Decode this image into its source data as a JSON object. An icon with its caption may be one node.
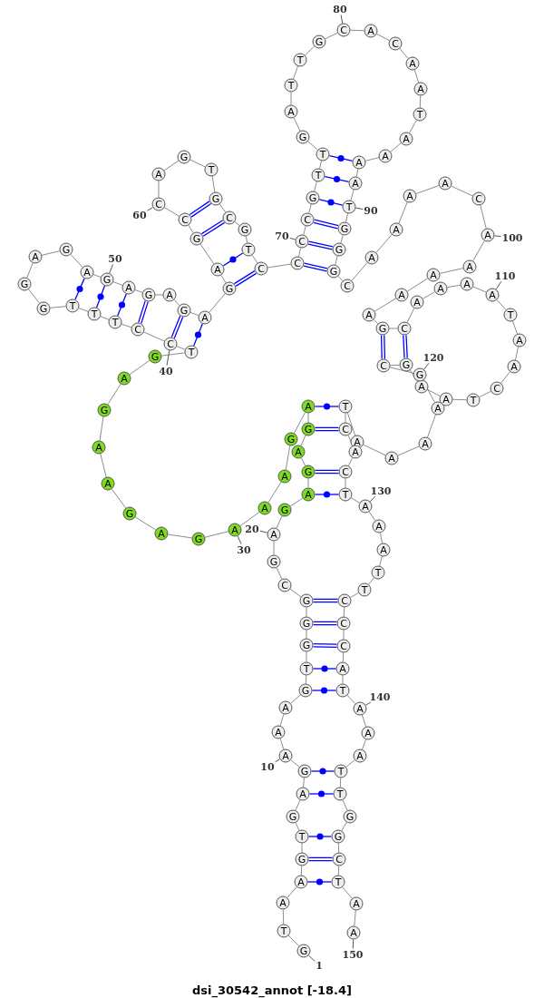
{
  "diagram": {
    "title": "dsi_30542_annot [-18.4]",
    "nodes": [
      {
        "text": [
          "G"
        ]
      },
      {
        "text": [
          "T"
        ]
      },
      {
        "text": [
          "A"
        ]
      },
      {
        "text": [
          "A"
        ]
      },
      {
        "text": [
          "G"
        ]
      },
      {
        "text": [
          "T"
        ]
      },
      {
        "text": [
          "G"
        ]
      },
      {
        "text": [
          "A"
        ]
      },
      {
        "text": [
          "G"
        ]
      },
      {
        "text": [
          "A"
        ]
      },
      {
        "text": [
          "A"
        ]
      },
      {
        "text": [
          "A"
        ]
      },
      {
        "text": [
          "G"
        ]
      },
      {
        "text": [
          "T"
        ]
      },
      {
        "text": [
          "G"
        ]
      },
      {
        "text": [
          "G"
        ]
      },
      {
        "text": [
          "G"
        ]
      },
      {
        "text": [
          "C"
        ]
      },
      {
        "text": [
          "G"
        ]
      },
      {
        "text": [
          "A"
        ]
      },
      {
        "text": [
          "G"
        ]
      },
      {
        "text": [
          "A"
        ]
      },
      {
        "text": [
          "G"
        ]
      },
      {
        "text": [
          "A"
        ]
      },
      {
        "text": [
          "G"
        ]
      },
      {
        "text": [
          "A"
        ]
      },
      {
        "text": [
          "G"
        ]
      },
      {
        "text": [
          "A"
        ]
      },
      {
        "text": [
          "A"
        ]
      },
      {
        "text": [
          "A"
        ]
      },
      {
        "text": [
          "G"
        ]
      },
      {
        "text": [
          "A"
        ]
      },
      {
        "text": [
          "G"
        ]
      },
      {
        "text": [
          "A"
        ]
      },
      {
        "text": [
          "A"
        ]
      },
      {
        "text": [
          "G"
        ]
      },
      {
        "text": [
          "A"
        ]
      },
      {
        "text": [
          "G"
        ]
      },
      {
        "text": [
          "T"
        ]
      },
      {
        "text": [
          "C"
        ]
      },
      {
        "text": [
          "C"
        ]
      },
      {
        "text": [
          "T"
        ]
      },
      {
        "text": [
          "T"
        ]
      },
      {
        "text": [
          "T"
        ]
      },
      {
        "text": [
          "G"
        ]
      },
      {
        "text": [
          "G"
        ]
      },
      {
        "text": [
          "A"
        ]
      },
      {
        "text": [
          "G"
        ]
      },
      {
        "text": [
          "A"
        ]
      },
      {
        "text": [
          "G"
        ]
      },
      {
        "text": [
          "A"
        ]
      },
      {
        "text": [
          "G"
        ]
      },
      {
        "text": [
          "A"
        ]
      },
      {
        "text": [
          "G"
        ]
      },
      {
        "text": [
          "A"
        ]
      },
      {
        "text": [
          "G"
        ]
      },
      {
        "text": [
          "A"
        ]
      },
      {
        "text": [
          "G"
        ]
      },
      {
        "text": [
          "C"
        ]
      },
      {
        "text": [
          "C"
        ]
      },
      {
        "text": [
          "A"
        ]
      },
      {
        "text": [
          "G"
        ]
      },
      {
        "text": [
          "T"
        ]
      },
      {
        "text": [
          "G"
        ]
      },
      {
        "text": [
          "C"
        ]
      },
      {
        "text": [
          "G"
        ]
      },
      {
        "text": [
          "T"
        ]
      },
      {
        "text": [
          "C"
        ]
      },
      {
        "text": [
          "C"
        ]
      },
      {
        "text": [
          "C"
        ]
      },
      {
        "text": [
          "C"
        ]
      },
      {
        "text": [
          "G"
        ]
      },
      {
        "text": [
          "T"
        ]
      },
      {
        "text": [
          "T"
        ]
      },
      {
        "text": [
          "G"
        ]
      },
      {
        "text": [
          "A"
        ]
      },
      {
        "text": [
          "T"
        ]
      },
      {
        "text": [
          "T"
        ]
      },
      {
        "text": [
          "G"
        ]
      },
      {
        "text": [
          "C"
        ]
      },
      {
        "text": [
          "A"
        ]
      },
      {
        "text": [
          "C"
        ]
      },
      {
        "text": [
          "A"
        ]
      },
      {
        "text": [
          "A"
        ]
      },
      {
        "text": [
          "T"
        ]
      },
      {
        "text": [
          "A"
        ]
      },
      {
        "text": [
          "A"
        ]
      },
      {
        "text": [
          "A"
        ]
      },
      {
        "text": [
          "A"
        ]
      },
      {
        "text": [
          "T"
        ]
      },
      {
        "text": [
          "G"
        ]
      },
      {
        "text": [
          "G"
        ]
      },
      {
        "text": [
          "G"
        ]
      },
      {
        "text": [
          "C"
        ]
      },
      {
        "text": [
          "A"
        ]
      },
      {
        "text": [
          "A"
        ]
      },
      {
        "text": [
          "A"
        ]
      },
      {
        "text": [
          "A"
        ]
      },
      {
        "text": [
          "C"
        ]
      },
      {
        "text": [
          "A"
        ]
      },
      {
        "text": [
          "A"
        ]
      },
      {
        "text": [
          "A"
        ]
      },
      {
        "text": [
          "A"
        ]
      },
      {
        "text": [
          "A"
        ]
      },
      {
        "text": [
          "G"
        ]
      },
      {
        "text": [
          "C"
        ]
      },
      {
        "text": [
          "A"
        ]
      },
      {
        "text": [
          "A"
        ]
      },
      {
        "text": [
          "A"
        ]
      },
      {
        "text": [
          "A"
        ]
      },
      {
        "text": [
          "T"
        ]
      },
      {
        "text": [
          "A"
        ]
      },
      {
        "text": [
          "A"
        ]
      },
      {
        "text": [
          "C"
        ]
      },
      {
        "text": [
          "T"
        ]
      },
      {
        "text": [
          "A"
        ]
      },
      {
        "text": [
          "A"
        ]
      },
      {
        "text": [
          "G"
        ]
      },
      {
        "text": [
          "C"
        ]
      },
      {
        "text": [
          "G"
        ]
      },
      {
        "text": [
          "A"
        ]
      },
      {
        "text": [
          "A"
        ]
      },
      {
        "text": [
          "A"
        ]
      },
      {
        "text": [
          "A"
        ]
      },
      {
        "text": [
          "T"
        ]
      },
      {
        "text": [
          "C"
        ]
      },
      {
        "text": [
          "A"
        ]
      },
      {
        "text": [
          "C"
        ]
      },
      {
        "text": [
          "T"
        ]
      },
      {
        "text": [
          "A"
        ]
      },
      {
        "text": [
          "A"
        ]
      },
      {
        "text": [
          "A"
        ]
      },
      {
        "text": [
          "T"
        ]
      },
      {
        "text": [
          "T"
        ]
      },
      {
        "text": [
          "C"
        ]
      },
      {
        "text": [
          "C"
        ]
      },
      {
        "text": [
          "C"
        ]
      },
      {
        "text": [
          "A"
        ]
      },
      {
        "text": [
          "T"
        ]
      },
      {
        "text": [
          "A"
        ]
      },
      {
        "text": [
          "A"
        ]
      },
      {
        "text": [
          "A"
        ]
      },
      {
        "text": [
          "T"
        ]
      },
      {
        "text": [
          "T"
        ]
      },
      {
        "text": [
          "G"
        ]
      },
      {
        "text": [
          "G"
        ]
      },
      {
        "text": [
          "C"
        ]
      },
      {
        "text": [
          "T"
        ]
      },
      {
        "text": [
          "A"
        ]
      },
      {
        "text": [
          "A"
        ]
      },
      {
        "text": [
          "1"
        ]
      },
      {
        "text": [
          "10"
        ]
      },
      {
        "text": [
          "20"
        ]
      },
      {
        "text": [
          "30"
        ]
      },
      {
        "text": [
          "40"
        ]
      },
      {
        "text": [
          "50"
        ]
      },
      {
        "text": [
          "60"
        ]
      },
      {
        "text": [
          "70"
        ]
      },
      {
        "text": [
          "80"
        ]
      },
      {
        "text": [
          "90"
        ]
      },
      {
        "text": [
          "100"
        ]
      },
      {
        "text": [
          "110"
        ]
      },
      {
        "text": [
          "120"
        ]
      },
      {
        "text": [
          "130"
        ]
      },
      {
        "text": [
          "140"
        ]
      },
      {
        "text": [
          "150"
        ]
      }
    ],
    "edges": [
      {
        "from": 0,
        "to": 1,
        "arrow": "none"
      },
      {
        "from": 1,
        "to": 2,
        "arrow": "none"
      },
      {
        "from": 2,
        "to": 3,
        "arrow": "none"
      },
      {
        "from": 3,
        "to": 4,
        "arrow": "none"
      },
      {
        "from": 4,
        "to": 5,
        "arrow": "none"
      },
      {
        "from": 5,
        "to": 6,
        "arrow": "none"
      },
      {
        "from": 6,
        "to": 7,
        "arrow": "none"
      },
      {
        "from": 7,
        "to": 8,
        "arrow": "none"
      },
      {
        "from": 8,
        "to": 9,
        "arrow": "none"
      },
      {
        "from": 9,
        "to": 10,
        "arrow": "none"
      },
      {
        "from": 10,
        "to": 11,
        "arrow": "none"
      },
      {
        "from": 11,
        "to": 12,
        "arrow": "none"
      },
      {
        "from": 12,
        "to": 13,
        "arrow": "none"
      },
      {
        "from": 13,
        "to": 14,
        "arrow": "none"
      },
      {
        "from": 14,
        "to": 15,
        "arrow": "none"
      },
      {
        "from": 15,
        "to": 16,
        "arrow": "none"
      },
      {
        "from": 16,
        "to": 17,
        "arrow": "none"
      },
      {
        "from": 17,
        "to": 18,
        "arrow": "none"
      },
      {
        "from": 18,
        "to": 19,
        "arrow": "none"
      },
      {
        "from": 19,
        "to": 20,
        "arrow": "none"
      },
      {
        "from": 20,
        "to": 21,
        "arrow": "none"
      },
      {
        "from": 21,
        "to": 22,
        "arrow": "none"
      },
      {
        "from": 22,
        "to": 23,
        "arrow": "none"
      },
      {
        "from": 23,
        "to": 24,
        "arrow": "none"
      },
      {
        "from": 24,
        "to": 25,
        "arrow": "none"
      },
      {
        "from": 25,
        "to": 26,
        "arrow": "none"
      },
      {
        "from": 26,
        "to": 27,
        "arrow": "none"
      },
      {
        "from": 27,
        "to": 28,
        "arrow": "none"
      },
      {
        "from": 28,
        "to": 29,
        "arrow": "none"
      },
      {
        "from": 29,
        "to": 30,
        "arrow": "none"
      },
      {
        "from": 30,
        "to": 31,
        "arrow": "none"
      },
      {
        "from": 31,
        "to": 32,
        "arrow": "none"
      },
      {
        "from": 32,
        "to": 33,
        "arrow": "none"
      },
      {
        "from": 33,
        "to": 34,
        "arrow": "none"
      },
      {
        "from": 34,
        "to": 35,
        "arrow": "none"
      },
      {
        "from": 35,
        "to": 36,
        "arrow": "none"
      },
      {
        "from": 36,
        "to": 37,
        "arrow": "none"
      },
      {
        "from": 37,
        "to": 38,
        "arrow": "none"
      },
      {
        "from": 38,
        "to": 39,
        "arrow": "none"
      },
      {
        "from": 39,
        "to": 40,
        "arrow": "none"
      },
      {
        "from": 40,
        "to": 41,
        "arrow": "none"
      },
      {
        "from": 41,
        "to": 42,
        "arrow": "none"
      },
      {
        "from": 42,
        "to": 43,
        "arrow": "none"
      },
      {
        "from": 43,
        "to": 44,
        "arrow": "none"
      },
      {
        "from": 44,
        "to": 45,
        "arrow": "none"
      },
      {
        "from": 45,
        "to": 46,
        "arrow": "none"
      },
      {
        "from": 46,
        "to": 47,
        "arrow": "none"
      },
      {
        "from": 47,
        "to": 48,
        "arrow": "none"
      },
      {
        "from": 48,
        "to": 49,
        "arrow": "none"
      },
      {
        "from": 49,
        "to": 50,
        "arrow": "none"
      },
      {
        "from": 50,
        "to": 51,
        "arrow": "none"
      },
      {
        "from": 51,
        "to": 52,
        "arrow": "none"
      },
      {
        "from": 52,
        "to": 53,
        "arrow": "none"
      },
      {
        "from": 53,
        "to": 54,
        "arrow": "none"
      },
      {
        "from": 54,
        "to": 55,
        "arrow": "none"
      },
      {
        "from": 55,
        "to": 56,
        "arrow": "none"
      },
      {
        "from": 56,
        "to": 57,
        "arrow": "none"
      },
      {
        "from": 57,
        "to": 58,
        "arrow": "none"
      },
      {
        "from": 58,
        "to": 59,
        "arrow": "none"
      },
      {
        "from": 59,
        "to": 60,
        "arrow": "none"
      },
      {
        "from": 60,
        "to": 61,
        "arrow": "none"
      },
      {
        "from": 61,
        "to": 62,
        "arrow": "none"
      },
      {
        "from": 62,
        "to": 63,
        "arrow": "none"
      },
      {
        "from": 63,
        "to": 64,
        "arrow": "none"
      },
      {
        "from": 64,
        "to": 65,
        "arrow": "none"
      },
      {
        "from": 65,
        "to": 66,
        "arrow": "none"
      },
      {
        "from": 66,
        "to": 67,
        "arrow": "none"
      },
      {
        "from": 67,
        "to": 68,
        "arrow": "none"
      },
      {
        "from": 68,
        "to": 69,
        "arrow": "none"
      },
      {
        "from": 69,
        "to": 70,
        "arrow": "none"
      },
      {
        "from": 70,
        "to": 71,
        "arrow": "none"
      },
      {
        "from": 71,
        "to": 72,
        "arrow": "none"
      },
      {
        "from": 72,
        "to": 73,
        "arrow": "none"
      },
      {
        "from": 73,
        "to": 74,
        "arrow": "none"
      },
      {
        "from": 74,
        "to": 75,
        "arrow": "none"
      },
      {
        "from": 75,
        "to": 76,
        "arrow": "none"
      },
      {
        "from": 76,
        "to": 77,
        "arrow": "none"
      },
      {
        "from": 77,
        "to": 78,
        "arrow": "none"
      },
      {
        "from": 78,
        "to": 79,
        "arrow": "none"
      },
      {
        "from": 79,
        "to": 80,
        "arrow": "none"
      },
      {
        "from": 80,
        "to": 81,
        "arrow": "none"
      },
      {
        "from": 81,
        "to": 82,
        "arrow": "none"
      },
      {
        "from": 82,
        "to": 83,
        "arrow": "none"
      },
      {
        "from": 83,
        "to": 84,
        "arrow": "none"
      },
      {
        "from": 84,
        "to": 85,
        "arrow": "none"
      },
      {
        "from": 85,
        "to": 86,
        "arrow": "none"
      },
      {
        "from": 86,
        "to": 87,
        "arrow": "none"
      },
      {
        "from": 87,
        "to": 88,
        "arrow": "none"
      },
      {
        "from": 88,
        "to": 89,
        "arrow": "none"
      },
      {
        "from": 89,
        "to": 90,
        "arrow": "none"
      },
      {
        "from": 90,
        "to": 91,
        "arrow": "none"
      },
      {
        "from": 91,
        "to": 92,
        "arrow": "none"
      },
      {
        "from": 92,
        "to": 93,
        "arrow": "none"
      },
      {
        "from": 93,
        "to": 94,
        "arrow": "none"
      },
      {
        "from": 94,
        "to": 95,
        "arrow": "none"
      },
      {
        "from": 95,
        "to": 96,
        "arrow": "none"
      },
      {
        "from": 96,
        "to": 97,
        "arrow": "none"
      },
      {
        "from": 97,
        "to": 98,
        "arrow": "none"
      },
      {
        "from": 98,
        "to": 99,
        "arrow": "none"
      },
      {
        "from": 99,
        "to": 100,
        "arrow": "none"
      },
      {
        "from": 100,
        "to": 101,
        "arrow": "none"
      },
      {
        "from": 101,
        "to": 102,
        "arrow": "none"
      },
      {
        "from": 102,
        "to": 103,
        "arrow": "none"
      },
      {
        "from": 103,
        "to": 104,
        "arrow": "none"
      },
      {
        "from": 104,
        "to": 105,
        "arrow": "none"
      },
      {
        "from": 105,
        "to": 106,
        "arrow": "none"
      },
      {
        "from": 106,
        "to": 107,
        "arrow": "none"
      },
      {
        "from": 107,
        "to": 108,
        "arrow": "none"
      },
      {
        "from": 108,
        "to": 109,
        "arrow": "none"
      },
      {
        "from": 109,
        "to": 110,
        "arrow": "none"
      },
      {
        "from": 110,
        "to": 111,
        "arrow": "none"
      },
      {
        "from": 111,
        "to": 112,
        "arrow": "none"
      },
      {
        "from": 112,
        "to": 113,
        "arrow": "none"
      },
      {
        "from": 113,
        "to": 114,
        "arrow": "none"
      },
      {
        "from": 114,
        "to": 115,
        "arrow": "none"
      },
      {
        "from": 115,
        "to": 116,
        "arrow": "none"
      },
      {
        "from": 116,
        "to": 117,
        "arrow": "none"
      },
      {
        "from": 117,
        "to": 118,
        "arrow": "none"
      },
      {
        "from": 118,
        "to": 119,
        "arrow": "none"
      },
      {
        "from": 119,
        "to": 120,
        "arrow": "none"
      },
      {
        "from": 120,
        "to": 121,
        "arrow": "none"
      },
      {
        "from": 121,
        "to": 122,
        "arrow": "none"
      },
      {
        "from": 122,
        "to": 123,
        "arrow": "none"
      },
      {
        "from": 123,
        "to": 124,
        "arrow": "none"
      },
      {
        "from": 124,
        "to": 125,
        "arrow": "none"
      },
      {
        "from": 125,
        "to": 126,
        "arrow": "none"
      },
      {
        "from": 126,
        "to": 127,
        "arrow": "none"
      },
      {
        "from": 127,
        "to": 128,
        "arrow": "none"
      },
      {
        "from": 128,
        "to": 129,
        "arrow": "none"
      },
      {
        "from": 129,
        "to": 130,
        "arrow": "none"
      },
      {
        "from": 130,
        "to": 131,
        "arrow": "none"
      },
      {
        "from": 131,
        "to": 132,
        "arrow": "none"
      },
      {
        "from": 132,
        "to": 133,
        "arrow": "none"
      },
      {
        "from": 133,
        "to": 134,
        "arrow": "none"
      },
      {
        "from": 134,
        "to": 135,
        "arrow": "none"
      },
      {
        "from": 135,
        "to": 136,
        "arrow": "none"
      },
      {
        "from": 136,
        "to": 137,
        "arrow": "none"
      },
      {
        "from": 137,
        "to": 138,
        "arrow": "none"
      },
      {
        "from": 138,
        "to": 139,
        "arrow": "none"
      },
      {
        "from": 139,
        "to": 140,
        "arrow": "none"
      },
      {
        "from": 140,
        "to": 141,
        "arrow": "none"
      },
      {
        "from": 141,
        "to": 142,
        "arrow": "none"
      },
      {
        "from": 142,
        "to": 143,
        "arrow": "none"
      },
      {
        "from": 143,
        "to": 144,
        "arrow": "none"
      },
      {
        "from": 144,
        "to": 145,
        "arrow": "none"
      },
      {
        "from": 145,
        "to": 146,
        "arrow": "none"
      },
      {
        "from": 146,
        "to": 147,
        "arrow": "none"
      },
      {
        "from": 147,
        "to": 148,
        "arrow": "none"
      },
      {
        "from": 148,
        "to": 149,
        "arrow": "none"
      },
      {
        "from": 3,
        "to": 147,
        "arrow": "none",
        "color": "#0000ff"
      },
      {
        "from": 4,
        "to": 146,
        "arrow": "none",
        "color": "#0000ff"
      },
      {
        "from": 5,
        "to": 145,
        "arrow": "none",
        "color": "#0000ff"
      },
      {
        "from": 7,
        "to": 143,
        "arrow": "none",
        "color": "#0000ff"
      },
      {
        "from": 8,
        "to": 142,
        "arrow": "none",
        "color": "#0000ff"
      },
      {
        "from": 12,
        "to": 138,
        "arrow": "none",
        "color": "#0000ff"
      },
      {
        "from": 13,
        "to": 137,
        "arrow": "none",
        "color": "#0000ff"
      },
      {
        "from": 14,
        "to": 136,
        "arrow": "none",
        "color": "#0000ff"
      },
      {
        "from": 15,
        "to": 135,
        "arrow": "none",
        "color": "#0000ff"
      },
      {
        "from": 16,
        "to": 134,
        "arrow": "none",
        "color": "#0000ff"
      },
      {
        "from": 21,
        "to": 128,
        "arrow": "none",
        "color": "#0000ff"
      },
      {
        "from": 22,
        "to": 127,
        "arrow": "none",
        "color": "#0000ff"
      },
      {
        "from": 24,
        "to": 125,
        "arrow": "none",
        "color": "#0000ff"
      },
      {
        "from": 25,
        "to": 124,
        "arrow": "none",
        "color": "#0000ff"
      },
      {
        "from": 38,
        "to": 54,
        "arrow": "none",
        "color": "#0000ff"
      },
      {
        "from": 39,
        "to": 53,
        "arrow": "none",
        "color": "#0000ff"
      },
      {
        "from": 40,
        "to": 51,
        "arrow": "none",
        "color": "#0000ff"
      },
      {
        "from": 41,
        "to": 50,
        "arrow": "none",
        "color": "#0000ff"
      },
      {
        "from": 42,
        "to": 49,
        "arrow": "none",
        "color": "#0000ff"
      },
      {
        "from": 43,
        "to": 48,
        "arrow": "none",
        "color": "#0000ff"
      },
      {
        "from": 55,
        "to": 67,
        "arrow": "none",
        "color": "#0000ff"
      },
      {
        "from": 56,
        "to": 66,
        "arrow": "none",
        "color": "#0000ff"
      },
      {
        "from": 57,
        "to": 64,
        "arrow": "none",
        "color": "#0000ff"
      },
      {
        "from": 58,
        "to": 63,
        "arrow": "none",
        "color": "#0000ff"
      },
      {
        "from": 68,
        "to": 92,
        "arrow": "none",
        "color": "#0000ff"
      },
      {
        "from": 69,
        "to": 91,
        "arrow": "none",
        "color": "#0000ff"
      },
      {
        "from": 70,
        "to": 90,
        "arrow": "none",
        "color": "#0000ff"
      },
      {
        "from": 71,
        "to": 89,
        "arrow": "none",
        "color": "#0000ff"
      },
      {
        "from": 72,
        "to": 88,
        "arrow": "none",
        "color": "#0000ff"
      },
      {
        "from": 73,
        "to": 87,
        "arrow": "none",
        "color": "#0000ff"
      },
      {
        "from": 104,
        "to": 118,
        "arrow": "none",
        "color": "#0000ff"
      },
      {
        "from": 105,
        "to": 117,
        "arrow": "none",
        "color": "#0000ff"
      },
      {
        "from": 150,
        "to": 0,
        "arrow": "none"
      },
      {
        "from": 151,
        "to": 9,
        "arrow": "none"
      },
      {
        "from": 152,
        "to": 19,
        "arrow": "none"
      },
      {
        "from": 153,
        "to": 29,
        "arrow": "none"
      },
      {
        "from": 154,
        "to": 39,
        "arrow": "none"
      },
      {
        "from": 155,
        "to": 49,
        "arrow": "none"
      },
      {
        "from": 156,
        "to": 59,
        "arrow": "none"
      },
      {
        "from": 157,
        "to": 69,
        "arrow": "none"
      },
      {
        "from": 158,
        "to": 79,
        "arrow": "none"
      },
      {
        "from": 159,
        "to": 89,
        "arrow": "none"
      },
      {
        "from": 160,
        "to": 99,
        "arrow": "none"
      },
      {
        "from": 161,
        "to": 109,
        "arrow": "none"
      },
      {
        "from": 162,
        "to": 119,
        "arrow": "none"
      },
      {
        "from": 163,
        "to": 129,
        "arrow": "none"
      },
      {
        "from": 164,
        "to": 139,
        "arrow": "none"
      },
      {
        "from": 165,
        "to": 149,
        "arrow": "none"
      }
    ]
  }
}
